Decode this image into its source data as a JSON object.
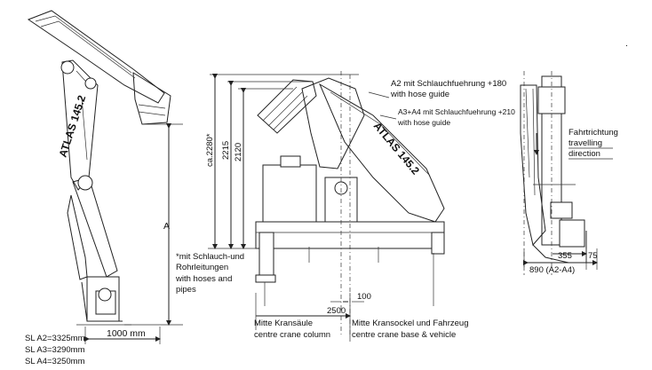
{
  "left_view": {
    "brand": "ATLAS 145.2",
    "dim_height": "A",
    "dim_width": "1000 mm",
    "sl_values": [
      "SL A2=3325mm",
      "SL A3=3290mm",
      "SL A4=3250mm"
    ]
  },
  "center_view": {
    "brand": "ATLAS 145.2",
    "dim_ca2280": "ca.2280*",
    "dim_2215": "2215",
    "dim_2120": "2120",
    "dim_100": "100",
    "dim_2500": "2500",
    "note_lines": [
      "*mit Schlauch-und",
      "Rohrleitungen",
      "with hoses and",
      "pipes"
    ],
    "a2_note": [
      "A2 mit Schlauchfuehrung +180",
      "with hose guide"
    ],
    "a3_note": [
      "A3+A4 mit Schlauchfuehrung +210",
      "with hose guide"
    ],
    "left_caption": [
      "Mitte Kransäule",
      "centre crane column"
    ],
    "right_caption": [
      "Mitte Kransockel und Fahrzeug",
      "centre crane base & vehicle"
    ]
  },
  "right_view": {
    "direction": [
      "Fahrtrichtung",
      "travelling",
      "direction"
    ],
    "dim_355": "355",
    "dim_75": "75",
    "dim_890": "890 (A2-A4)"
  },
  "dot": "."
}
